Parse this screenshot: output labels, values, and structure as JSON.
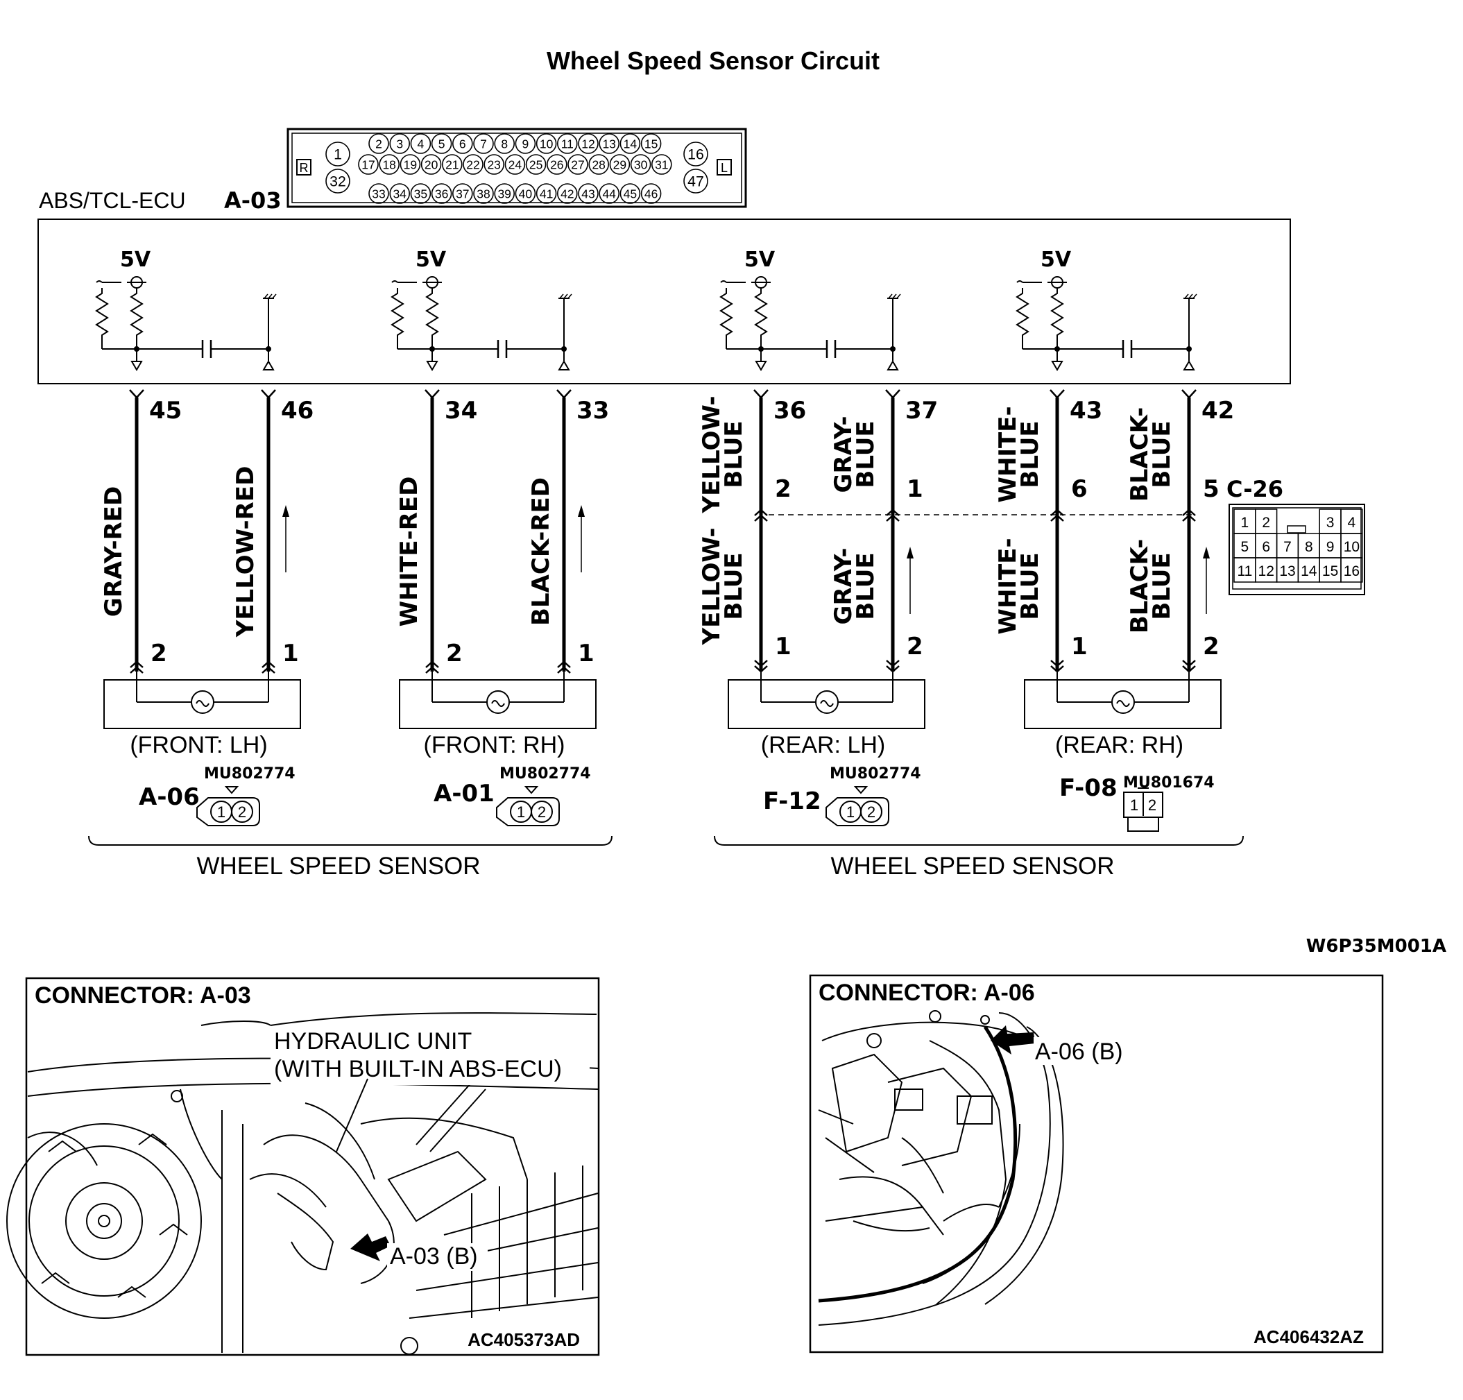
{
  "title": "Wheel Speed Sensor Circuit",
  "ecu": {
    "label": "ABS/TCL-ECU",
    "code": "A-03",
    "connector_pins": {
      "row1": [
        "2",
        "3",
        "4",
        "5",
        "6",
        "7",
        "8",
        "9",
        "10",
        "11",
        "12",
        "13",
        "14",
        "15"
      ],
      "row2": [
        "17",
        "18",
        "19",
        "20",
        "21",
        "22",
        "23",
        "24",
        "25",
        "26",
        "27",
        "28",
        "29",
        "30",
        "31"
      ],
      "row3": [
        "33",
        "34",
        "35",
        "36",
        "37",
        "38",
        "39",
        "40",
        "41",
        "42",
        "43",
        "44",
        "45",
        "46"
      ],
      "left_top": "1",
      "left_bottom": "32",
      "right_top": "16",
      "right_bottom": "47",
      "side_left": "R",
      "side_right": "L"
    },
    "supply_label": "5V"
  },
  "sensors": [
    {
      "pin_a": "45",
      "pin_b": "46",
      "wire_a": "GRAY-RED",
      "wire_b": "YELLOW-RED",
      "end_a": "2",
      "end_b": "1",
      "name": "(FRONT: LH)",
      "code": "A-06",
      "part": "MU802774"
    },
    {
      "pin_a": "34",
      "pin_b": "33",
      "wire_a": "WHITE-RED",
      "wire_b": "BLACK-RED",
      "end_a": "2",
      "end_b": "1",
      "name": "(FRONT: RH)",
      "code": "A-01",
      "part": "MU802774"
    },
    {
      "pin_a": "36",
      "pin_b": "37",
      "wire_a_top": [
        "YELLOW-",
        "BLUE"
      ],
      "wire_b_top": [
        "GRAY-",
        "BLUE"
      ],
      "wire_a_bot": [
        "YELLOW-",
        "BLUE"
      ],
      "wire_b_bot": [
        "GRAY-",
        "BLUE"
      ],
      "mid_a": "2",
      "mid_b": "1",
      "end_a": "1",
      "end_b": "2",
      "name": "(REAR: LH)",
      "code": "F-12",
      "part": "MU802774"
    },
    {
      "pin_a": "43",
      "pin_b": "42",
      "wire_a_top": [
        "WHITE-",
        "BLUE"
      ],
      "wire_b_top": [
        "BLACK-",
        "BLUE"
      ],
      "wire_a_bot": [
        "WHITE-",
        "BLUE"
      ],
      "wire_b_bot": [
        "BLACK-",
        "BLUE"
      ],
      "mid_a": "6",
      "mid_b": "5",
      "end_a": "1",
      "end_b": "2",
      "name": "(REAR: RH)",
      "code": "F-08",
      "part": "MU801674"
    }
  ],
  "c26": {
    "code": "C-26",
    "row1": [
      "1",
      "2",
      "",
      "",
      "3",
      "4"
    ],
    "row2": [
      "5",
      "6",
      "7",
      "8",
      "9",
      "10"
    ],
    "row3": [
      "11",
      "12",
      "13",
      "14",
      "15",
      "16"
    ]
  },
  "two_pin_connector": [
    "1",
    "2"
  ],
  "group_label_front": "WHEEL SPEED SENSOR",
  "group_label_rear": "WHEEL SPEED SENSOR",
  "figure_code": "W6P35M001A",
  "connector_a03": {
    "title": "CONNECTOR: A-03",
    "label_line1": "HYDRAULIC UNIT",
    "label_line2": "(WITH BUILT-IN ABS-ECU)",
    "pointer": "A-03 (B)",
    "image_code": "AC405373AD"
  },
  "connector_a06": {
    "title": "CONNECTOR: A-06",
    "pointer": "A-06 (B)",
    "image_code": "AC406432AZ"
  }
}
